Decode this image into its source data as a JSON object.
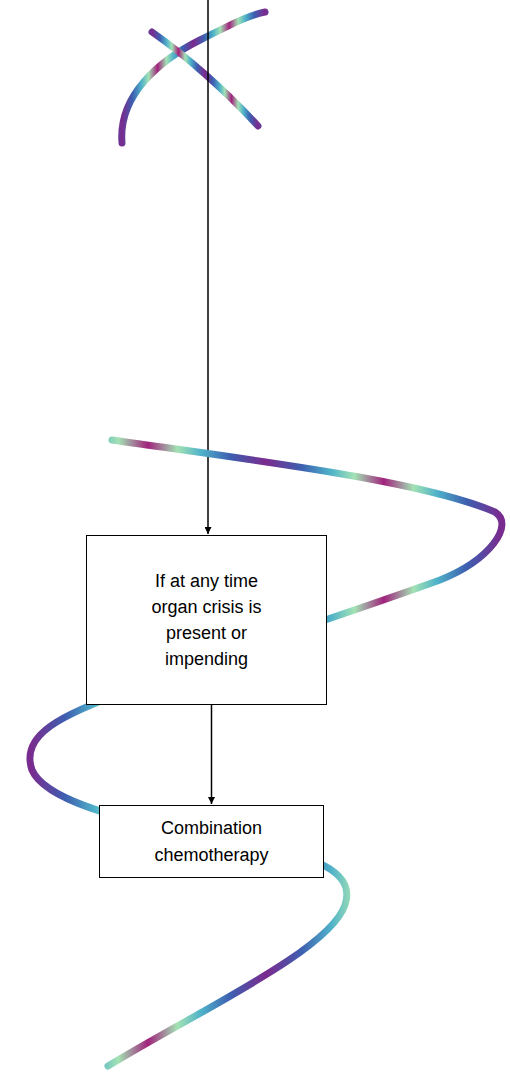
{
  "diagram": {
    "nodes": [
      {
        "text": [
          "If at any time organ crisis is present or impending"
        ]
      },
      {
        "text": [
          "Combination chemotherapy"
        ]
      }
    ],
    "edges": [
      {
        "from": 0,
        "to": 1,
        "arrow": "to"
      }
    ]
  }
}
